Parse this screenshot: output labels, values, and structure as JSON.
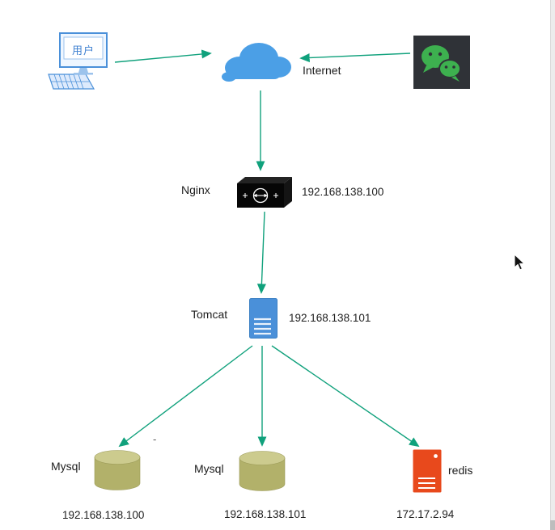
{
  "diagram": {
    "user": {
      "label": "用户"
    },
    "internet": {
      "label": "Internet"
    },
    "nginx": {
      "label": "Nginx",
      "ip": "192.168.138.100"
    },
    "tomcat": {
      "label": "Tomcat",
      "ip": "192.168.138.101"
    },
    "mysql_left": {
      "label": "Mysql",
      "ip": "192.168.138.100"
    },
    "mysql_middle": {
      "label": "Mysql",
      "ip": "192.168.138.101"
    },
    "redis": {
      "label": "redis",
      "ip": "172.17.2.94"
    },
    "stray_mark": "-"
  },
  "colors": {
    "arrow": "#10a17c",
    "cloud_blue": "#4b9fe6",
    "computer_blue": "#4a90d9",
    "tomcat_blue": "#4a90d9",
    "mysql_olive": "#b2b16a",
    "redis_orange": "#e8491c",
    "wechat_green": "#3db04f",
    "wechat_background": "#2f3237",
    "nginx_black": "#060606",
    "text": "#1d1d1d"
  }
}
